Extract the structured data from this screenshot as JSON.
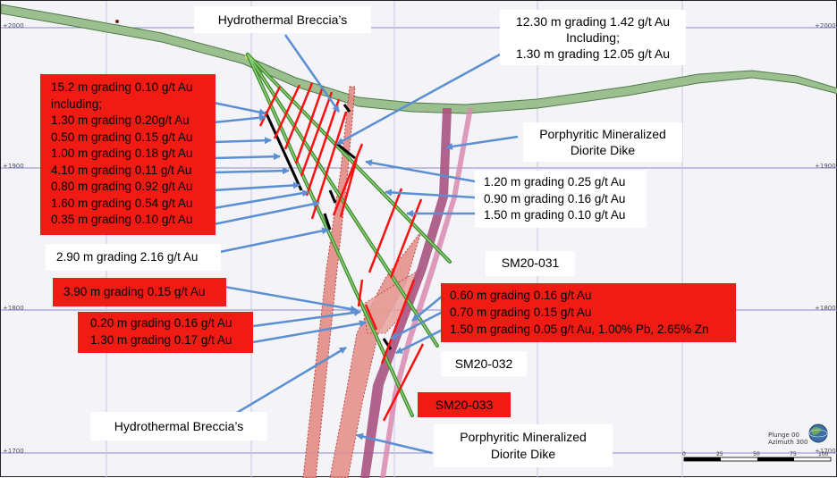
{
  "elevations": {
    "e2000": "+2000",
    "e1900": "+1900",
    "e1800": "+1800",
    "e1700": "+1700"
  },
  "labels": {
    "hb_top": "Hydrothermal Breccia’s",
    "hb_bottom": "Hydrothermal Breccia’s",
    "dike_top": [
      "Porphyritic Mineralized",
      "Diorite Dike"
    ],
    "dike_bottom": [
      "Porphyritic Mineralized",
      "Diorite Dike"
    ],
    "sm031": "SM20-031",
    "sm032": "SM20-032",
    "sm033": "SM20-033"
  },
  "intercepts": {
    "top_right": [
      "12.30 m grading 1.42 g/t Au",
      "Including;",
      "1.30 m grading 12.05 g/t Au"
    ],
    "left_main": [
      "15.2 m grading 0.10 g/t Au",
      "including;",
      "1.30 m grading 0.20g/t Au",
      "0.50 m grading 0.15 g/t Au",
      "1.00 m grading 0.18 g/t Au",
      "4.10 m grading 0.11 g/t Au",
      "0.80 m grading 0.92 g/t Au",
      "1.60 m grading 0.54 g/t Au",
      "0.35 m grading 0.10 g/t Au"
    ],
    "mid_right": [
      "1.20 m grading 0.25 g/t Au",
      "0.90 m grading 0.16 g/t Au",
      "1.50 m grading 0.10 g/t Au"
    ],
    "left_white": "2.90 m grading 2.16 g/t Au",
    "left_red": "3.90 m grading 0.15 g/t Au",
    "lower_left": [
      "0.20 m grading 0.16 g/t Au",
      "1.30 m grading 0.17 g/t Au"
    ],
    "lower_right": [
      "0.60 m grading 0.16 g/t Au",
      "0.70 m grading 0.15 g/t Au",
      "1.50 m grading 0.05 g/t Au, 1.00% Pb, 2.65% Zn"
    ]
  },
  "view": {
    "plunge": "Plunge 00",
    "azimuth": "Azimuth 300"
  },
  "scale_ticks": [
    "0",
    "25",
    "50",
    "75",
    "100"
  ],
  "colors": {
    "drill": "#5fb246",
    "dike": "#9c4a7a",
    "breccia": "#e07a76",
    "assay": "#ff1010",
    "surface": "#8fb88a",
    "callout": "#f01c14",
    "leader": "#5b8fd2"
  }
}
